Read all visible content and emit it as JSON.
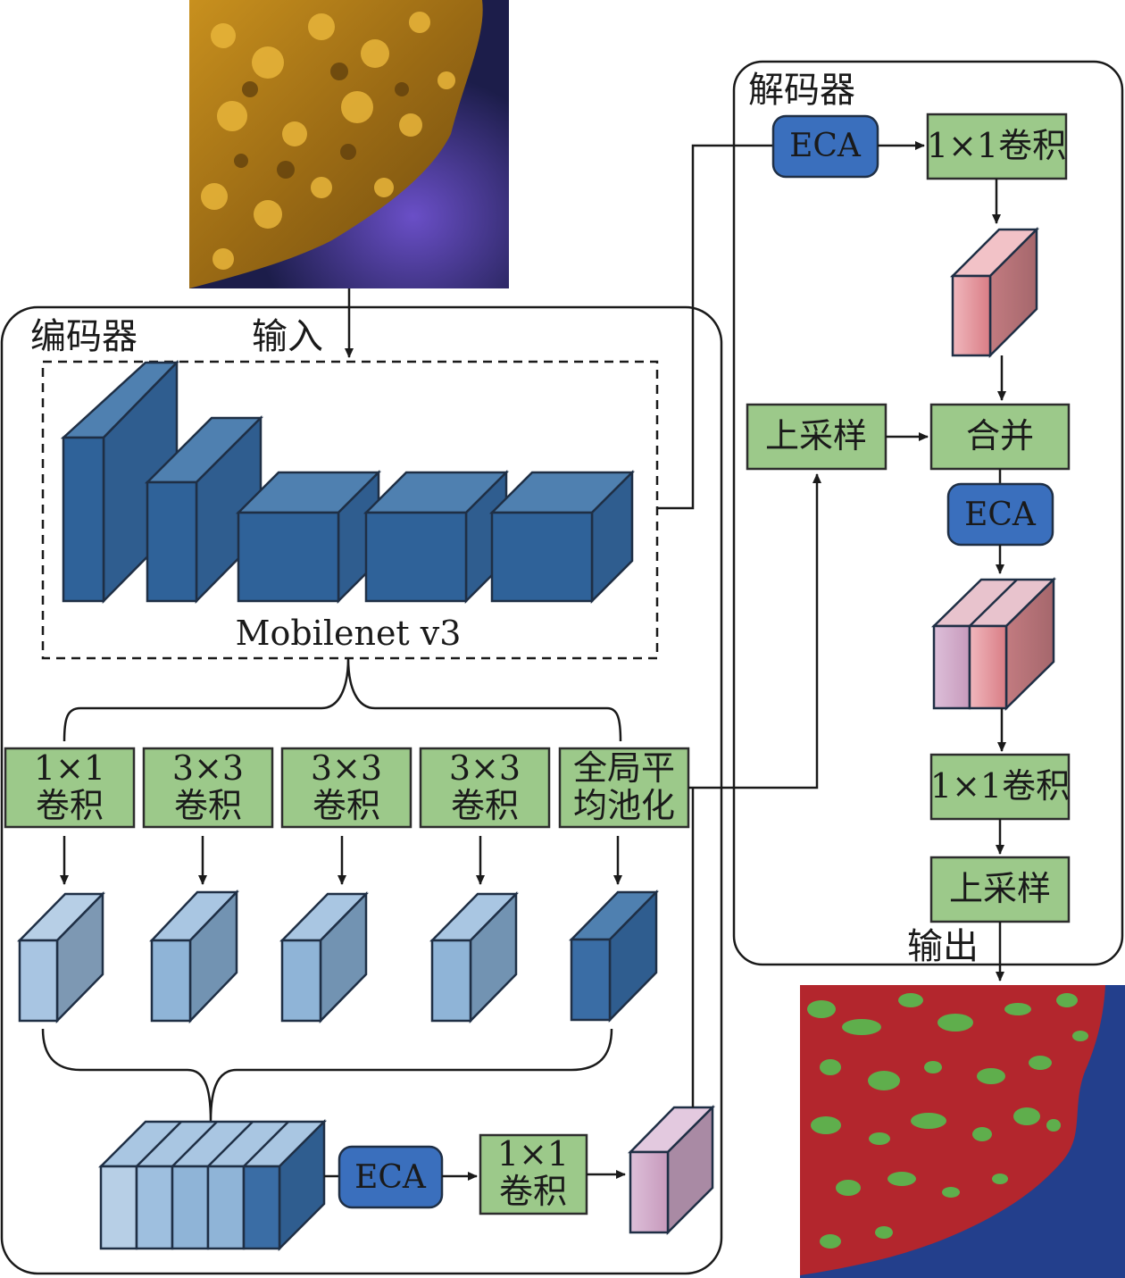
{
  "encoder": {
    "title": "编码器",
    "input_label": "输入",
    "backbone_label": "Mobilenet v3",
    "branches": [
      {
        "line1": "1×1",
        "line2": "卷积"
      },
      {
        "line1": "3×3",
        "line2": "卷积"
      },
      {
        "line1": "3×3",
        "line2": "卷积"
      },
      {
        "line1": "3×3",
        "line2": "卷积"
      },
      {
        "line1": "全局平",
        "line2": "均池化"
      }
    ],
    "eca_label": "ECA",
    "conv_line1": "1×1",
    "conv_line2": "卷积"
  },
  "decoder": {
    "title": "解码器",
    "eca_top": "ECA",
    "conv_top": "1×1卷积",
    "upsample_left": "上采样",
    "merge": "合并",
    "eca_mid": "ECA",
    "conv_bottom": "1×1卷积",
    "upsample_bottom": "上采样",
    "output_label": "输出"
  },
  "colors": {
    "green_box": "#9cc98a",
    "eca_blue": "#3a6fbd",
    "backbone_blue": "#2f6299",
    "segmentation_red": "#b3262d",
    "segmentation_green": "#5fae4c",
    "segmentation_blue": "#233f8c"
  },
  "icons": {
    "input_image": "rock-sample-photo",
    "output_image": "segmentation-mask"
  }
}
